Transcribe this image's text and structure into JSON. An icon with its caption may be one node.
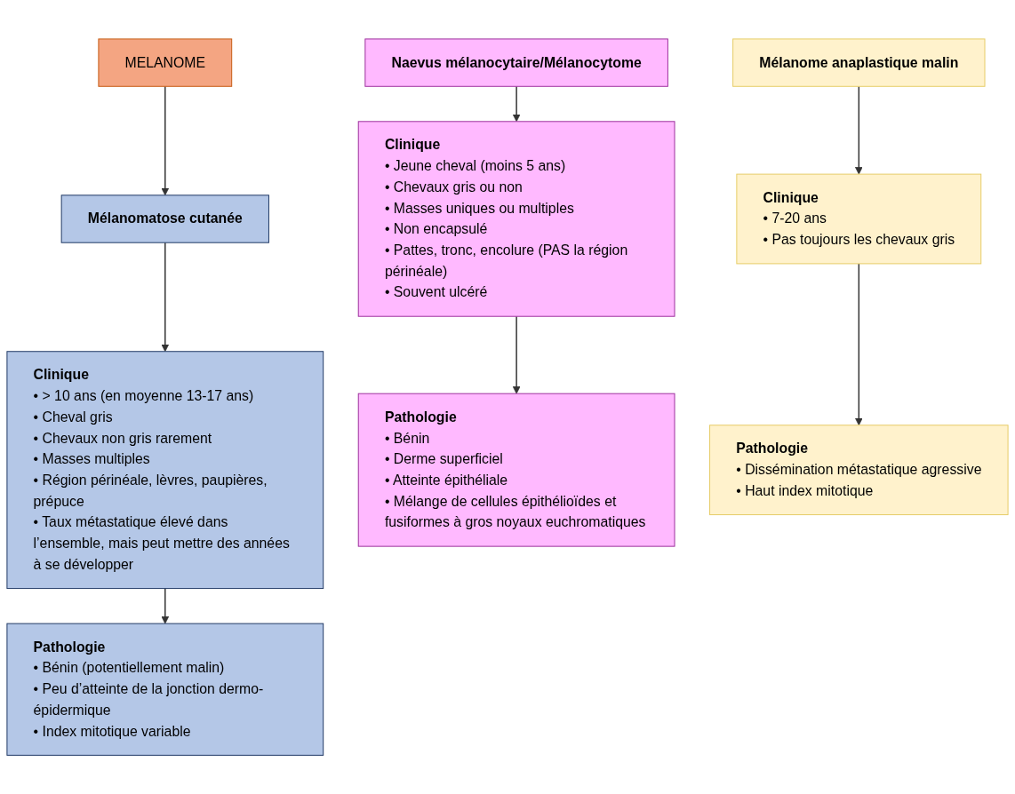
{
  "diagram": {
    "nodes": [
      {
        "text": [
          "MELANOME"
        ]
      },
      {
        "text": [
          "Naevus mélanocytaire/Mélanocytome"
        ]
      },
      {
        "text": [
          "Mélanomatose cutanée"
        ]
      },
      {
        "text": [
          "Mélanome anaplastique malin"
        ]
      },
      {
        "text": [
          "Clinique",
          "• Jeune cheval (moins 5 ans)",
          "• Chevaux gris ou non",
          "• Masses uniques ou multiples",
          "• Non encapsulé",
          "• Pattes, tronc, encolure (PAS la région périnéale)",
          "• Souvent ulcéré"
        ]
      },
      {
        "text": [
          "Clinique",
          "• > 10 ans (en moyenne 13-17 ans)",
          "• Cheval gris",
          "• Chevaux non gris rarement",
          "• Masses multiples",
          "• Région périnéale, lèvres, paupières, prépuce",
          "• Taux métastatique élevé dans l’ensemble, mais peut mettre des années à se développer"
        ]
      },
      {
        "text": [
          "Clinique",
          "• 7-20 ans",
          "• Pas toujours les chevaux gris"
        ]
      },
      {
        "text": [
          "Pathologie",
          "• Bénin",
          "• Derme superficiel",
          "• Atteinte épithéliale",
          "• Mélange de cellules épithélioïdes et fusiformes à gros noyaux euchromatiques"
        ]
      },
      {
        "text": [
          "Pathologie",
          "• Bénin (potentiellement malin)",
          "• Peu d’atteinte de la jonction dermo-épidermique",
          "• Index mitotique variable"
        ]
      },
      {
        "text": [
          "Pathologie",
          "• Dissémination métastatique agressive",
          "• Haut index mitotique"
        ]
      }
    ],
    "edges": [
      {
        "from": 0,
        "to": 2,
        "arrow": "to"
      },
      {
        "from": 1,
        "to": 4,
        "arrow": "to"
      },
      {
        "from": 2,
        "to": 5,
        "arrow": "to"
      },
      {
        "from": 3,
        "to": 6,
        "arrow": "to"
      },
      {
        "from": 4,
        "to": 7,
        "arrow": "to"
      },
      {
        "from": 5,
        "to": 8,
        "arrow": "to"
      },
      {
        "from": 6,
        "to": 9,
        "arrow": "to"
      }
    ]
  }
}
